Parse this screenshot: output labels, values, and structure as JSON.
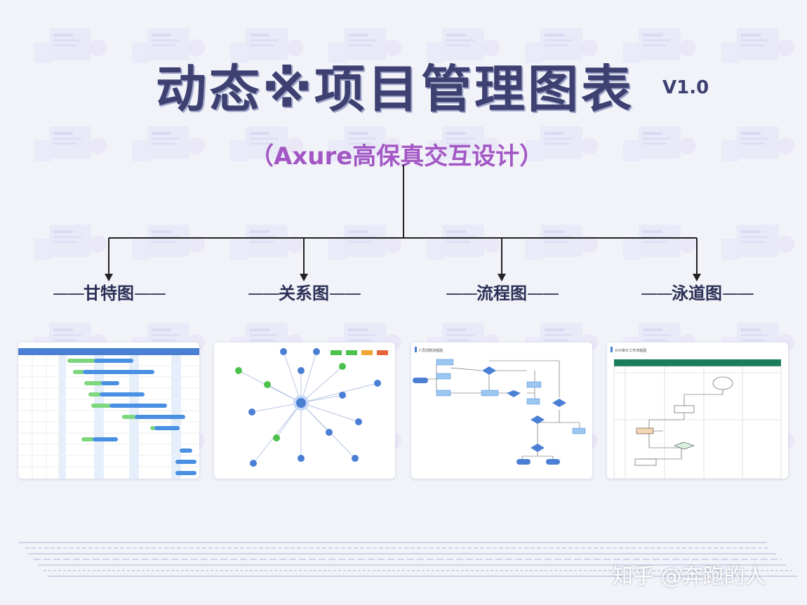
{
  "header": {
    "title": "动态※项目管理图表",
    "version": "V1.0",
    "subtitle": "（Axure高保真交互设计）"
  },
  "categories": [
    {
      "label": "甘特图",
      "dash_left": "——",
      "dash_right": "——"
    },
    {
      "label": "关系图",
      "dash_left": "——",
      "dash_right": "——"
    },
    {
      "label": "流程图",
      "dash_left": "——",
      "dash_right": "——"
    },
    {
      "label": "泳道图",
      "dash_left": "——",
      "dash_right": "——"
    }
  ],
  "cards": {
    "swimlane_title": "XXX审计工作流程图",
    "flow_title": "人员招聘流程图"
  },
  "watermark": "知乎 @奔跑的人",
  "colors": {
    "title": "#3d4070",
    "subtitle": "#a357c4",
    "gantt_green": "#7ed77e",
    "gantt_blue": "#4a90e2",
    "node_blue": "#4a7fd4",
    "node_green": "#4cc24c",
    "swim_header": "#1a7d5e"
  }
}
